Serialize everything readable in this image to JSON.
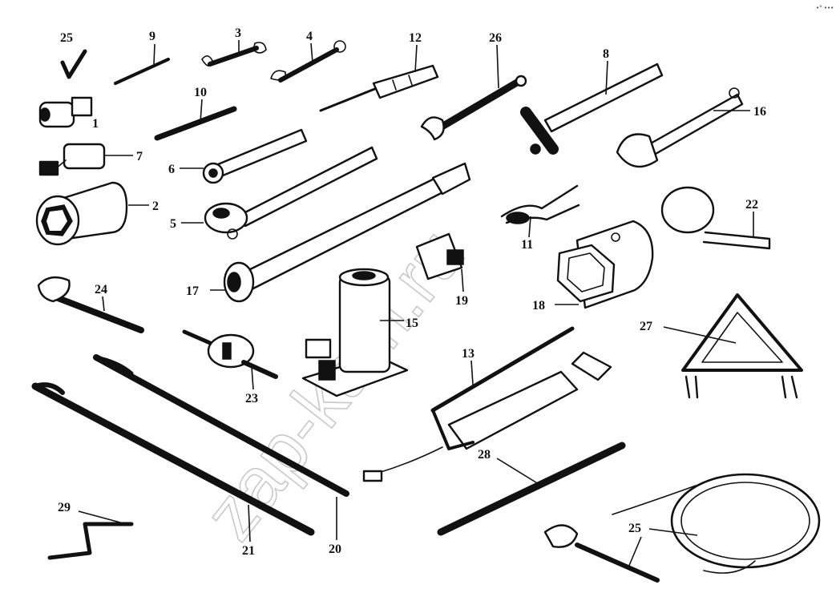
{
  "diagram": {
    "corner_mark": "•° •••",
    "watermark": "zap-kam.ru",
    "labels": {
      "l1": "1",
      "l2": "2",
      "l3": "3",
      "l4": "4",
      "l5": "5",
      "l6": "6",
      "l7": "7",
      "l8": "8",
      "l9": "9",
      "l10": "10",
      "l11": "11",
      "l12": "12",
      "l13": "13",
      "l15": "15",
      "l16": "16",
      "l17": "17",
      "l18": "18",
      "l19": "19",
      "l20": "20",
      "l21": "21",
      "l22": "22",
      "l23": "23",
      "l24": "24",
      "l25a": "25",
      "l25b": "25",
      "l26": "26",
      "l27": "27",
      "l28": "28",
      "l29": "29"
    }
  }
}
